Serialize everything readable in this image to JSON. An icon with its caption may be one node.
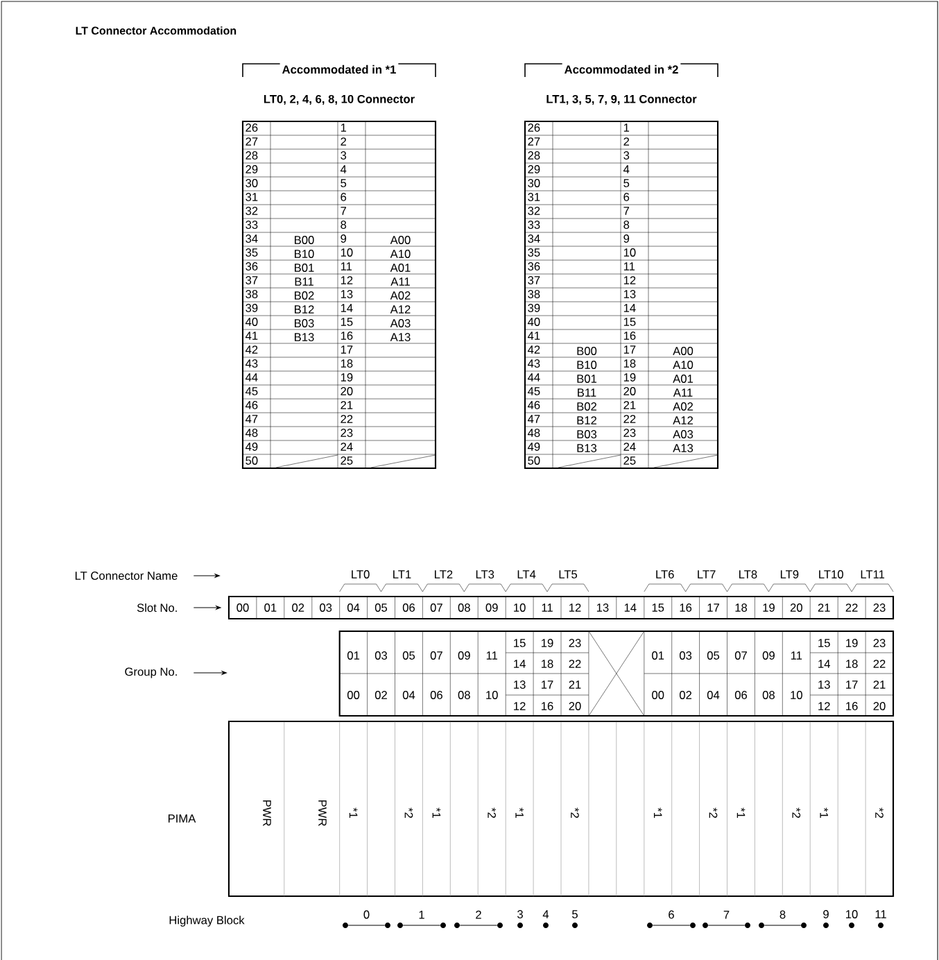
{
  "diagram": {
    "title": "LT Connector Accommodation",
    "nodes": [
      {
        "text": [
          "LT Connector Name"
        ]
      },
      {
        "text": [
          "Slot No."
        ]
      },
      {
        "text": [
          "Group No."
        ]
      },
      {
        "text": [],
        "shape": "circle"
      },
      {
        "text": [],
        "shape": "circle"
      },
      {
        "text": [],
        "shape": "circle"
      },
      {
        "text": [],
        "shape": "circle"
      },
      {
        "text": [],
        "shape": "circle"
      },
      {
        "text": [],
        "shape": "circle"
      },
      {
        "text": [],
        "shape": "circle",
        "beside": [
          "3"
        ]
      },
      {
        "text": [],
        "shape": "circle",
        "beside": [
          "4"
        ]
      },
      {
        "text": [],
        "shape": "circle",
        "beside": [
          "5"
        ]
      },
      {
        "text": [],
        "shape": "circle"
      },
      {
        "text": [],
        "shape": "circle"
      },
      {
        "text": [],
        "shape": "circle"
      },
      {
        "text": [],
        "shape": "circle"
      },
      {
        "text": [],
        "shape": "circle"
      },
      {
        "text": [],
        "shape": "circle"
      },
      {
        "text": [],
        "shape": "circle",
        "beside": [
          "9"
        ]
      },
      {
        "text": [],
        "shape": "circle",
        "beside": [
          "10"
        ]
      },
      {
        "text": [],
        "shape": "circle",
        "beside": [
          "11"
        ]
      },
      {
        "text": [],
        "shape": "bar"
      }
    ],
    "edges": [
      {
        "from": 0,
        "to": null,
        "arrow": "to"
      },
      {
        "from": 1,
        "to": 21,
        "arrow": "to"
      },
      {
        "from": 2,
        "to": null,
        "arrow": "to"
      },
      {
        "from": 3,
        "to": 4,
        "arrow": "none",
        "label": "0"
      },
      {
        "from": 5,
        "to": 6,
        "arrow": "none",
        "label": "1"
      },
      {
        "from": 7,
        "to": 8,
        "arrow": "none",
        "label": "2"
      },
      {
        "from": 12,
        "to": 13,
        "arrow": "none",
        "label": "6"
      },
      {
        "from": 14,
        "to": 15,
        "arrow": "none",
        "label": "7"
      },
      {
        "from": 16,
        "to": 17,
        "arrow": "none",
        "label": "8"
      }
    ],
    "labels": [
      "Accommodated in *1",
      "Accommodated in *2",
      "LT0, 2, 4, 6, 8, 10 Connector",
      "LT1, 3, 5, 7, 9, 11 Connector",
      "26",
      "1",
      "27",
      "2",
      "28",
      "3",
      "29",
      "4",
      "30",
      "5",
      "31",
      "6",
      "32",
      "7",
      "33",
      "8",
      "34",
      "B00",
      "9",
      "A00",
      "35",
      "B10",
      "10",
      "A10",
      "36",
      "B01",
      "11",
      "A01",
      "37",
      "B11",
      "12",
      "A11",
      "38",
      "B02",
      "13",
      "A02",
      "39",
      "B12",
      "14",
      "A12",
      "40",
      "B03",
      "15",
      "A03",
      "41",
      "B13",
      "16",
      "A13",
      "42",
      "17",
      "43",
      "18",
      "44",
      "19",
      "45",
      "20",
      "46",
      "21",
      "47",
      "22",
      "48",
      "23",
      "49",
      "24",
      "50",
      "25",
      "26",
      "1",
      "27",
      "2",
      "28",
      "3",
      "29",
      "4",
      "30",
      "5",
      "31",
      "6",
      "32",
      "7",
      "33",
      "8",
      "34",
      "9",
      "35",
      "10",
      "36",
      "11",
      "37",
      "12",
      "38",
      "13",
      "39",
      "14",
      "40",
      "15",
      "41",
      "16",
      "42",
      "B00",
      "17",
      "A00",
      "43",
      "B10",
      "18",
      "A10",
      "44",
      "B01",
      "19",
      "A01",
      "45",
      "B11",
      "20",
      "A11",
      "46",
      "B02",
      "21",
      "A02",
      "47",
      "B12",
      "22",
      "A12",
      "48",
      "B03",
      "23",
      "A03",
      "49",
      "B13",
      "24",
      "A13",
      "50",
      "25",
      "LT0",
      "LT1",
      "LT2",
      "LT3",
      "LT4",
      "LT5",
      "LT6",
      "LT7",
      "LT8",
      "LT9",
      "LT10",
      "LT11",
      "00",
      "01",
      "02",
      "03",
      "04",
      "05",
      "06",
      "07",
      "08",
      "09",
      "10",
      "11",
      "12",
      "13",
      "14",
      "15",
      "16",
      "17",
      "18",
      "19",
      "20",
      "21",
      "22",
      "23",
      "01",
      "03",
      "05",
      "07",
      "09",
      "11",
      "15",
      "19",
      "23",
      "01",
      "03",
      "05",
      "07",
      "09",
      "11",
      "15",
      "19",
      "23",
      "14",
      "18",
      "22",
      "14",
      "18",
      "22",
      "00",
      "02",
      "04",
      "06",
      "08",
      "10",
      "13",
      "17",
      "21",
      "00",
      "02",
      "04",
      "06",
      "08",
      "10",
      "13",
      "17",
      "21",
      "12",
      "16",
      "20",
      "12",
      "16",
      "20",
      "PIMA",
      "PWR",
      "PWR",
      "*1",
      "*2",
      "*1",
      "*2",
      "*1",
      "*2",
      "*1",
      "*2",
      "*1",
      "*2",
      "*1",
      "*2",
      "Highway Block"
    ]
  }
}
